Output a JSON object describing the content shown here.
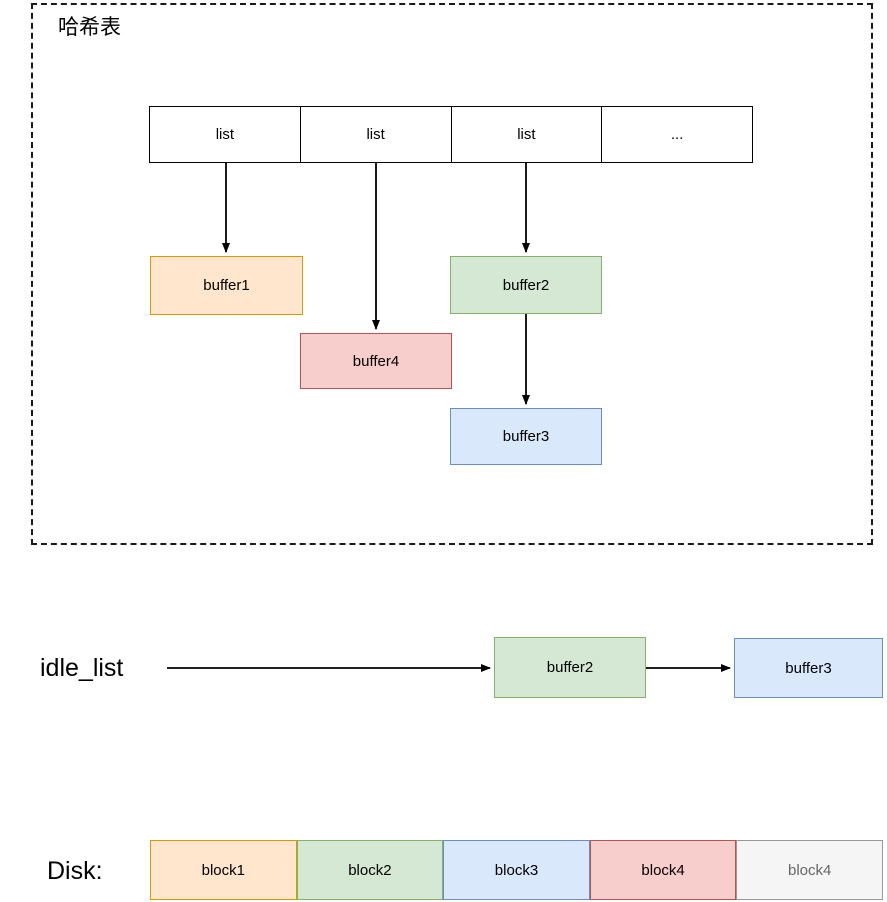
{
  "hash_region": {
    "title": "哈希表",
    "list_cells": [
      {
        "label": "list"
      },
      {
        "label": "list"
      },
      {
        "label": "list"
      },
      {
        "label": "..."
      }
    ],
    "buffers": [
      {
        "id": "buffer1",
        "label": "buffer1",
        "fill": "#ffe6cc",
        "stroke": "#d79b00"
      },
      {
        "id": "buffer4",
        "label": "buffer4",
        "fill": "#f8cecc",
        "stroke": "#b85450"
      },
      {
        "id": "buffer2",
        "label": "buffer2",
        "fill": "#d5e8d4",
        "stroke": "#82b366"
      },
      {
        "id": "buffer3",
        "label": "buffer3",
        "fill": "#dae8fc",
        "stroke": "#6c8ebf"
      }
    ]
  },
  "idle_list": {
    "label": "idle_list",
    "nodes": [
      {
        "label": "buffer2",
        "fill": "#d5e8d4",
        "stroke": "#82b366"
      },
      {
        "label": "buffer3",
        "fill": "#dae8fc",
        "stroke": "#6c8ebf"
      }
    ]
  },
  "disk": {
    "label": "Disk:",
    "blocks": [
      {
        "label": "block1",
        "fill": "#ffe6cc",
        "stroke": "#d79b00",
        "text": "#000000"
      },
      {
        "label": "block2",
        "fill": "#d5e8d4",
        "stroke": "#82b366",
        "text": "#000000"
      },
      {
        "label": "block3",
        "fill": "#dae8fc",
        "stroke": "#6c8ebf",
        "text": "#000000"
      },
      {
        "label": "block4",
        "fill": "#f8cecc",
        "stroke": "#b85450",
        "text": "#000000"
      },
      {
        "label": "block4",
        "fill": "#f5f5f5",
        "stroke": "#999999",
        "text": "#666666"
      }
    ]
  },
  "colors": {
    "line": "#000000",
    "dashed_border": "#1a1a1a",
    "background": "#ffffff"
  }
}
